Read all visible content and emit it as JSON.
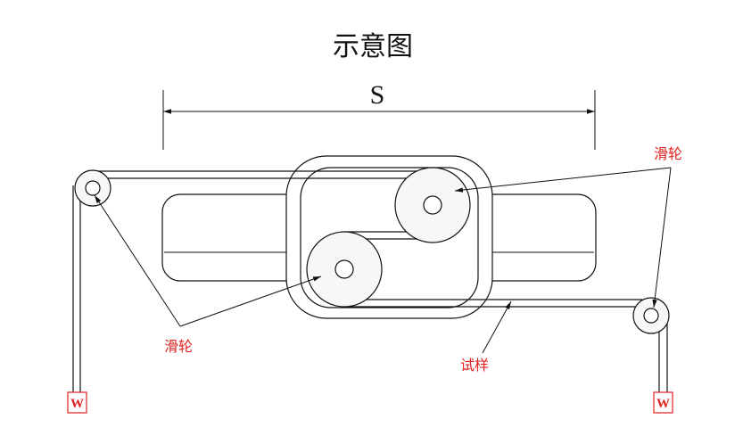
{
  "title": "示意图",
  "dimension_label": "S",
  "labels": {
    "pulley_top_right": "滑轮",
    "pulley_bottom_left": "滑轮",
    "specimen": "试样"
  },
  "weights": {
    "left": "W",
    "right": "W"
  },
  "colors": {
    "line": "#111111",
    "annotation": "#e02020"
  }
}
